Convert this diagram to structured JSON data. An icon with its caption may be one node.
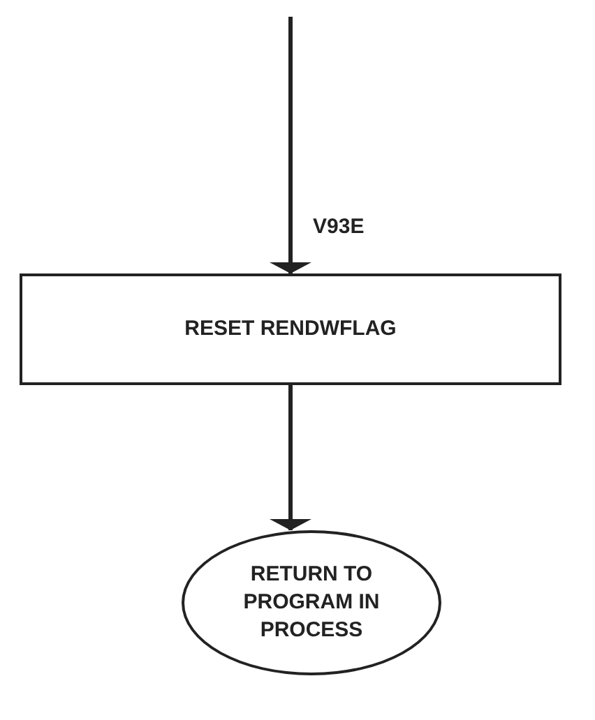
{
  "diagram": {
    "nodes": [
      {
        "text": [
          "RESET RENDWFLAG"
        ]
      },
      {
        "text": [
          "RETURN TO PROGRAM IN PROCESS"
        ]
      }
    ],
    "edges": [
      {
        "from": null,
        "to": 0,
        "arrow": "to",
        "label": "V93E"
      },
      {
        "from": 0,
        "to": 1,
        "arrow": "to"
      }
    ]
  }
}
